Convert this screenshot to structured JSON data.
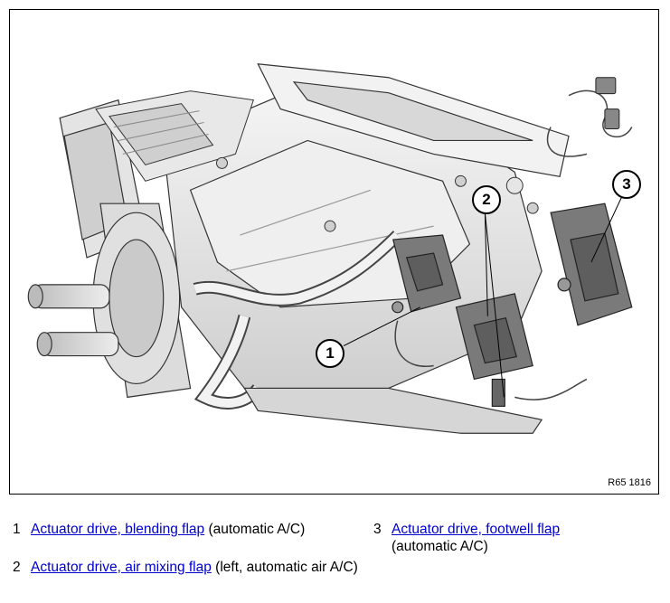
{
  "figure": {
    "reference_code": "R65 1816",
    "callouts": [
      "1",
      "2",
      "3"
    ]
  },
  "legend": {
    "items": [
      {
        "number": "1",
        "link": "Actuator drive, blending flap",
        "note": " (automatic A/C)"
      },
      {
        "number": "2",
        "link": "Actuator drive, air mixing flap",
        "note": " (left, automatic air A/C)"
      },
      {
        "number": "3",
        "link": "Actuator drive, footwell flap",
        "note": " (automatic A/C)"
      }
    ]
  },
  "colors": {
    "link": "#0000cc",
    "drawing_fill": "#ececec",
    "drawing_dark": "#7a7a7a"
  }
}
